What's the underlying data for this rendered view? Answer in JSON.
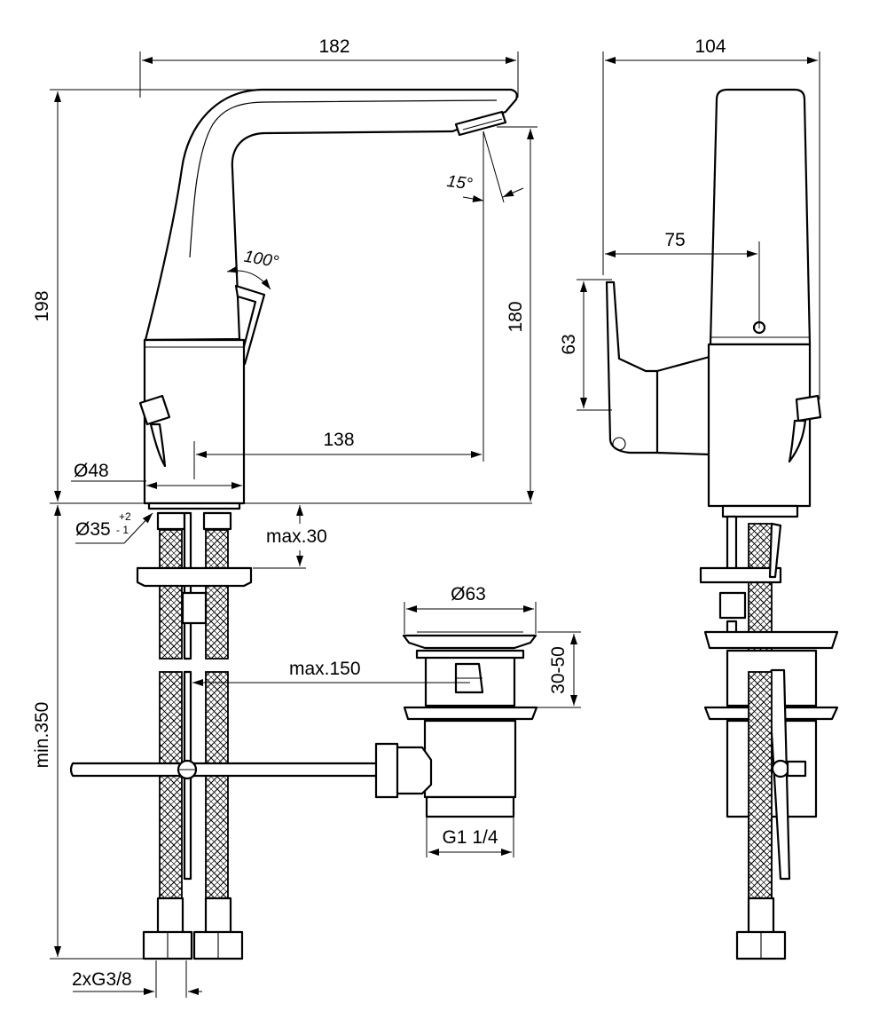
{
  "colors": {
    "line": "#000000",
    "background": "#ffffff"
  },
  "dimensions": {
    "total_width": "182",
    "side_width": "104",
    "height_total": "198",
    "spout_height": "180",
    "reach": "138",
    "base_diameter": "Ø48",
    "hole_diameter": "Ø35",
    "hole_tol_plus": "+2",
    "hole_tol_minus": "- 1",
    "max_deck": "max.30",
    "max_rod": "max.150",
    "waste_diameter": "Ø63",
    "waste_range": "30-50",
    "waste_thread": "G1 1/4",
    "min_hose": "min.350",
    "hose_thread": "2xG3/8",
    "handle_offset": "75",
    "handle_height": "63"
  },
  "angles": {
    "spout_tilt": "15°",
    "lever_rotation": "100°"
  }
}
